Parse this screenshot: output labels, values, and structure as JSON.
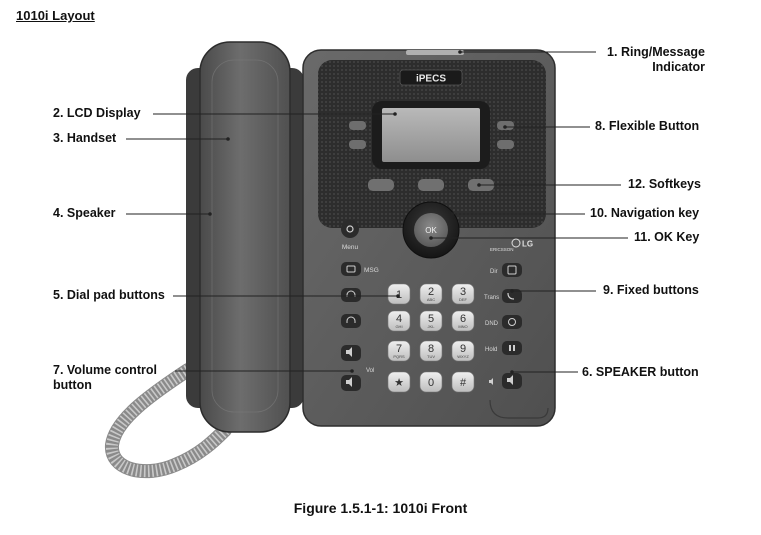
{
  "page_title": "1010i Layout",
  "caption": "Figure 1.5.1-1: 1010i Front",
  "brand_logo": "iPECS",
  "phone": {
    "menu_label": "Menu",
    "ok_label": "OK",
    "msg_label": "MSG",
    "vol_label": "Vol",
    "side_labels": [
      "Dir",
      "Trans",
      "DND",
      "Hold"
    ],
    "partner_logos": [
      "ERICSSON",
      "LG"
    ],
    "keys": [
      {
        "digit": "1",
        "letters": ""
      },
      {
        "digit": "2",
        "letters": "ABC"
      },
      {
        "digit": "3",
        "letters": "DEF"
      },
      {
        "digit": "4",
        "letters": "GHI"
      },
      {
        "digit": "5",
        "letters": "JKL"
      },
      {
        "digit": "6",
        "letters": "MNO"
      },
      {
        "digit": "7",
        "letters": "PQRS"
      },
      {
        "digit": "8",
        "letters": "TUV"
      },
      {
        "digit": "9",
        "letters": "WXYZ"
      },
      {
        "digit": "★",
        "letters": ""
      },
      {
        "digit": "0",
        "letters": ""
      },
      {
        "digit": "#",
        "letters": ""
      }
    ]
  },
  "callouts": {
    "ring_indicator": [
      "1. Ring/Message",
      "Indicator"
    ],
    "lcd_display": "2. LCD Display",
    "handset": "3. Handset",
    "speaker": "4. Speaker",
    "dial_pad": "5. Dial pad buttons",
    "speaker_button": "6. SPEAKER button",
    "volume_control": [
      "7. Volume control",
      "button"
    ],
    "flexible_button": "8. Flexible Button",
    "fixed_buttons": "9. Fixed buttons",
    "navigation_key": "10. Navigation key",
    "ok_key": "11. OK Key",
    "softkeys": "12. Softkeys"
  }
}
